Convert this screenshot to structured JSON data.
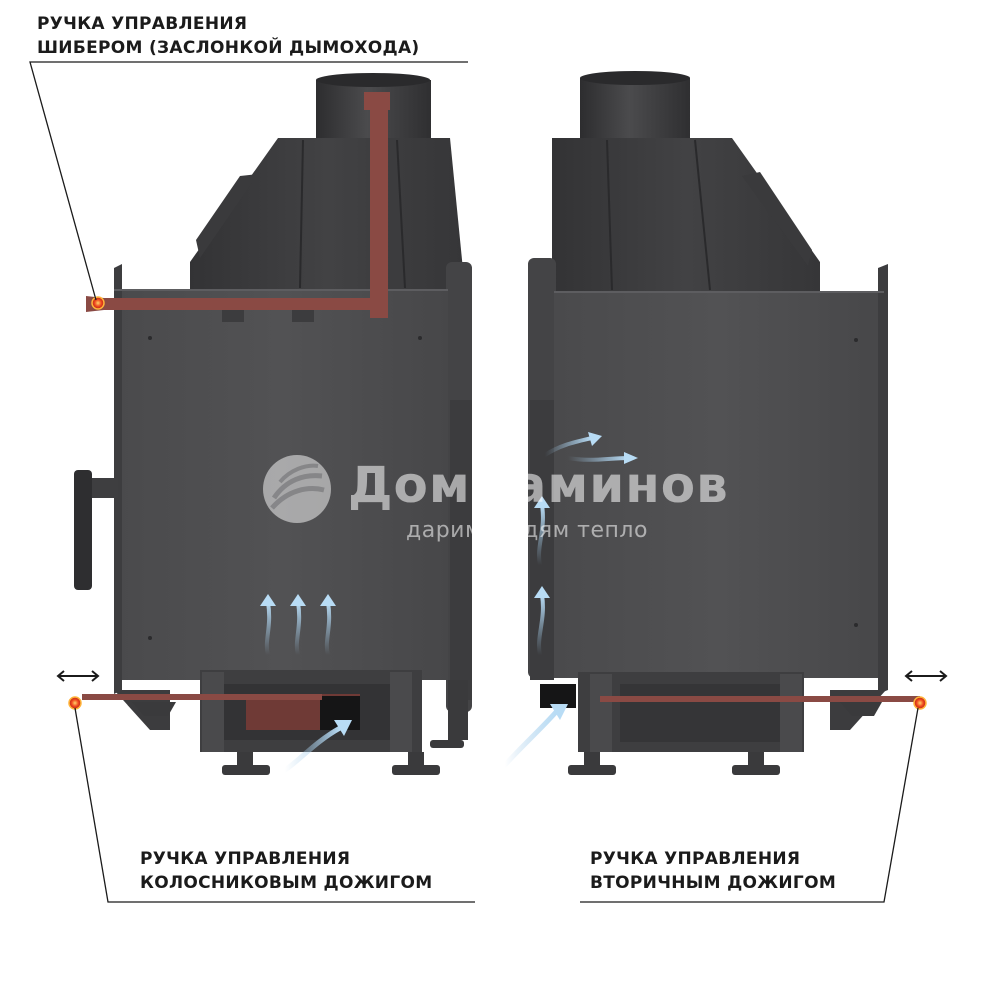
{
  "callouts": {
    "damper": [
      "РУЧКА УПРАВЛЕНИЯ",
      "ШИБЕРОМ (ЗАСЛОНКОЙ ДЫМОХОДА)"
    ],
    "grate_burn": [
      "РУЧКА УПРАВЛЕНИЯ",
      "КОЛОСНИКОВЫМ ДОЖИГОМ"
    ],
    "secondary_burn": [
      "РУЧКА УПРАВЛЕНИЯ",
      "ВТОРИЧНЫМ ДОЖИГОМ"
    ]
  },
  "watermark": {
    "brand": "ДомКаминов",
    "slogan": "дарим людям тепло"
  },
  "colors": {
    "body": "#4b4b4d",
    "body_dark": "#3a3a3c",
    "rod": "#8a4a44",
    "marker": "#e03a1e",
    "airflow": "#9ec7e6",
    "leader": "#1b1b1b"
  },
  "icons": [
    "left-right-arrow-icon",
    "airflow-arrow-icon",
    "control-marker-icon"
  ]
}
